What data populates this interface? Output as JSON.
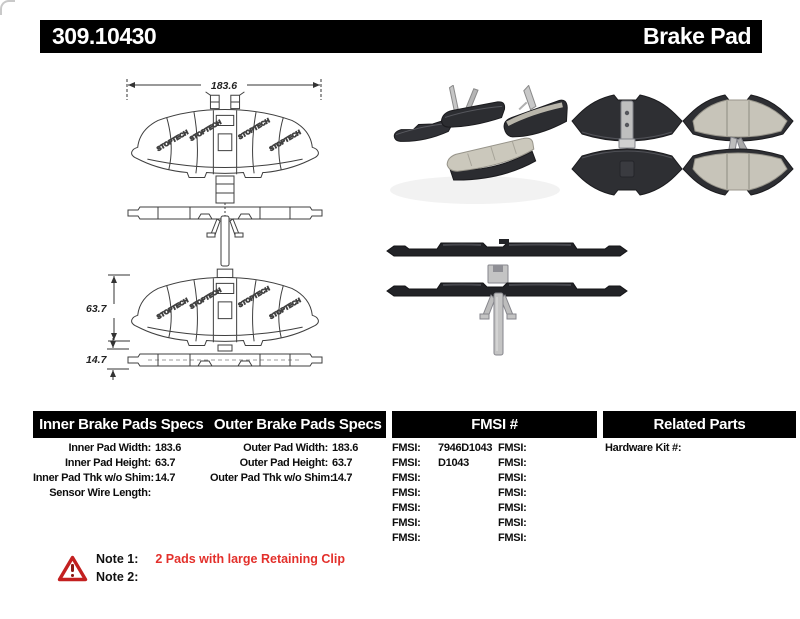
{
  "header": {
    "part_number": "309.10430",
    "product_name": "Brake Pad"
  },
  "drawing": {
    "watermark": "STOPTECH",
    "dims": {
      "width": "183.6",
      "height": "63.7",
      "thickness": "14.7"
    }
  },
  "specs_table": {
    "inner": {
      "header": "Inner Brake Pads Specs",
      "rows": [
        {
          "label": "Inner Pad Width:",
          "value": "183.6"
        },
        {
          "label": "Inner Pad Height:",
          "value": "63.7"
        },
        {
          "label": "Inner Pad Thk w/o Shim:",
          "value": "14.7"
        },
        {
          "label": "Sensor Wire Length:",
          "value": ""
        }
      ]
    },
    "outer": {
      "header": "Outer Brake Pads Specs",
      "rows": [
        {
          "label": "Outer Pad Width:",
          "value": "183.6"
        },
        {
          "label": "Outer Pad Height:",
          "value": "63.7"
        },
        {
          "label": "Outer Pad Thk w/o Shim:",
          "value": "14.7"
        }
      ]
    },
    "fmsi": {
      "header": "FMSI #",
      "label": "FMSI:",
      "values_left": [
        "7946D1043",
        "D1043",
        "",
        "",
        "",
        "",
        ""
      ],
      "values_right": [
        "",
        "",
        "",
        "",
        "",
        "",
        ""
      ]
    },
    "related": {
      "header": "Related Parts",
      "rows": [
        {
          "label": "Hardware Kit #:",
          "value": ""
        }
      ]
    }
  },
  "notes": {
    "note1_label": "Note 1:",
    "note1_text": "2 Pads with large Retaining Clip",
    "note2_label": "Note 2:",
    "note2_text": ""
  },
  "colors": {
    "header_bar": "#000000",
    "note_red": "#e3302b",
    "warning_red": "#c32020",
    "friction_material": "#c7c4b9",
    "backing_plate": "#2e2f33"
  }
}
